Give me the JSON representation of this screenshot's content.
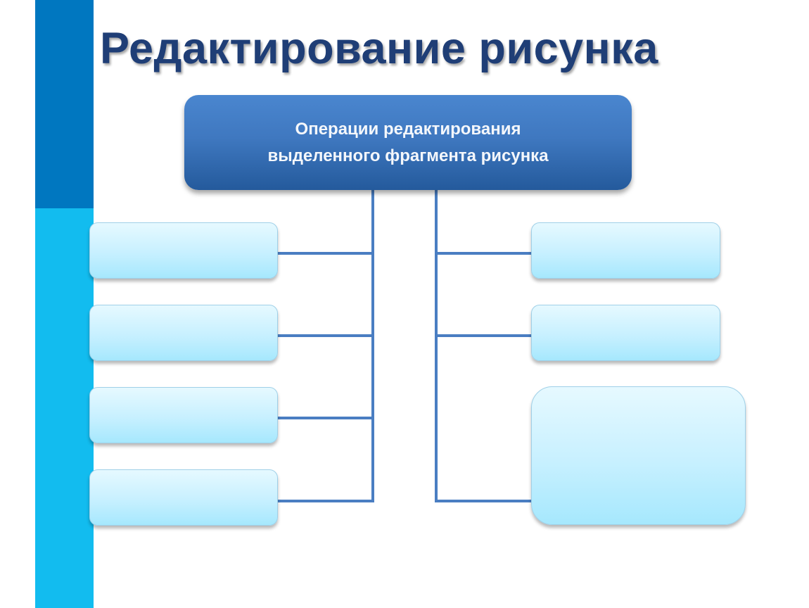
{
  "slide": {
    "title": "Редактирование рисунка"
  },
  "diagram": {
    "root": {
      "line1": "Операции редактирования",
      "line2": "выделенного фрагмента рисунка"
    },
    "left_branches": [
      "",
      "",
      "",
      ""
    ],
    "right_branches": [
      "",
      "",
      ""
    ]
  },
  "colors": {
    "accent_dark_blue": "#0077c0",
    "accent_light_blue": "#12bcef",
    "title": "#1f3e76",
    "root_box": "#3f78c0",
    "leaf_box": "#c7f0ff",
    "connector": "#4a7ec2"
  }
}
